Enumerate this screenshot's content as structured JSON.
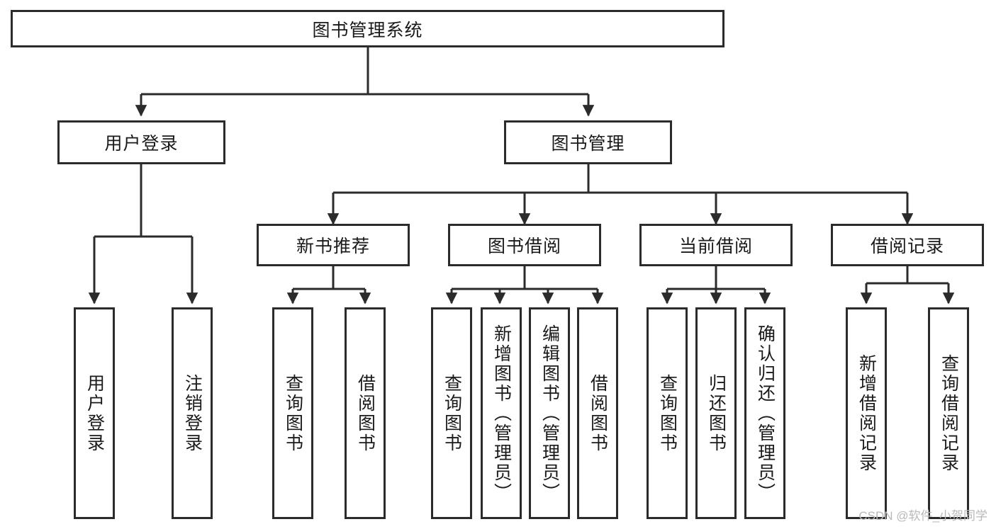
{
  "diagram": {
    "title": "图书管理系统",
    "type": "tree-hierarchy",
    "watermark": "CSDN @软件_小贺同学",
    "colors": {
      "line": "#2b2b2b",
      "box_border": "#2b2b2b",
      "box_fill": "#ffffff",
      "text": "#1a1a1a",
      "watermark": "#b9b9b9"
    },
    "root": {
      "label": "图书管理系统"
    },
    "level2": [
      {
        "label": "用户登录"
      },
      {
        "label": "图书管理"
      }
    ],
    "level3": [
      {
        "label": "新书推荐"
      },
      {
        "label": "图书借阅"
      },
      {
        "label": "当前借阅"
      },
      {
        "label": "借阅记录"
      }
    ],
    "leaves": {
      "user_login": [
        {
          "label": "用户登录"
        },
        {
          "label": "注销登录"
        }
      ],
      "new_book_recommend": [
        {
          "label": "查询图书"
        },
        {
          "label": "借阅图书"
        }
      ],
      "book_borrow": [
        {
          "label": "查询图书"
        },
        {
          "label": "新增图书（管理员）"
        },
        {
          "label": "编辑图书（管理员）"
        },
        {
          "label": "借阅图书"
        }
      ],
      "current_borrow": [
        {
          "label": "查询图书"
        },
        {
          "label": "归还图书"
        },
        {
          "label": "确认归还（管理员）"
        }
      ],
      "borrow_record": [
        {
          "label": "新增借阅记录"
        },
        {
          "label": "查询借阅记录"
        }
      ]
    }
  }
}
